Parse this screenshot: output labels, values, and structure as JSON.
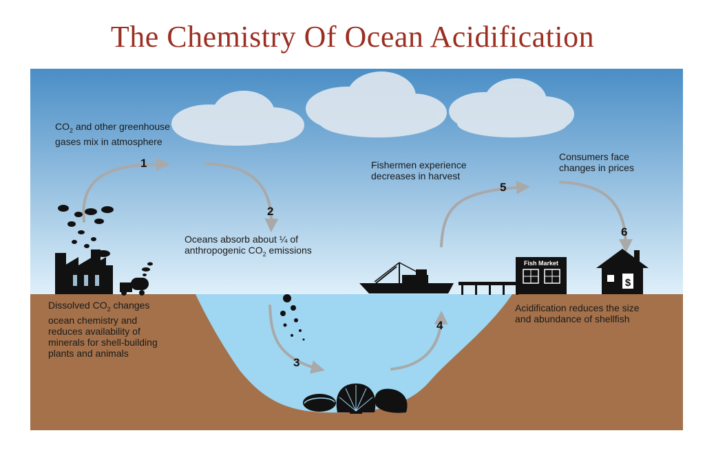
{
  "title": "The Chemistry Of Ocean Acidification",
  "colors": {
    "title": "#9b2f22",
    "sky_top": "#4a8ec6",
    "sky_bottom": "#dff0fa",
    "ground": "#a4714a",
    "water": "#9fd6f1",
    "arrow": "#a9a9a9",
    "silhouette": "#111111"
  },
  "steps": [
    {
      "number": "1",
      "text_pre": "CO",
      "text_sub": "2",
      "text_post": " and other greenhouse",
      "text_line2": "gases mix in atmosphere"
    },
    {
      "number": "2",
      "text_line1": "Oceans absorb about ¼ of",
      "text_pre": "anthropogenic CO",
      "text_sub": "2",
      "text_post": " emissions"
    },
    {
      "number": "3",
      "text_pre": "Dissolved CO",
      "text_sub": "2",
      "text_post": " changes",
      "text_rest": [
        "ocean chemistry and",
        "reduces availability of",
        "minerals for shell-building",
        "plants and animals"
      ]
    },
    {
      "number": "4",
      "text_line1": "Acidification reduces the size",
      "text_line2": "and abundance of shellfish"
    },
    {
      "number": "5",
      "text_line1": "Fishermen experience",
      "text_line2": "decreases in harvest"
    },
    {
      "number": "6",
      "text_line1": "Consumers face",
      "text_line2": "changes in prices"
    }
  ],
  "signs": {
    "fish_market": "Fish Market",
    "dollar": "$"
  },
  "icons": [
    "factory-icon",
    "truck-icon",
    "boat-icon",
    "pier-icon",
    "fish-market-icon",
    "house-icon",
    "shell-icon",
    "cloud-icon"
  ]
}
